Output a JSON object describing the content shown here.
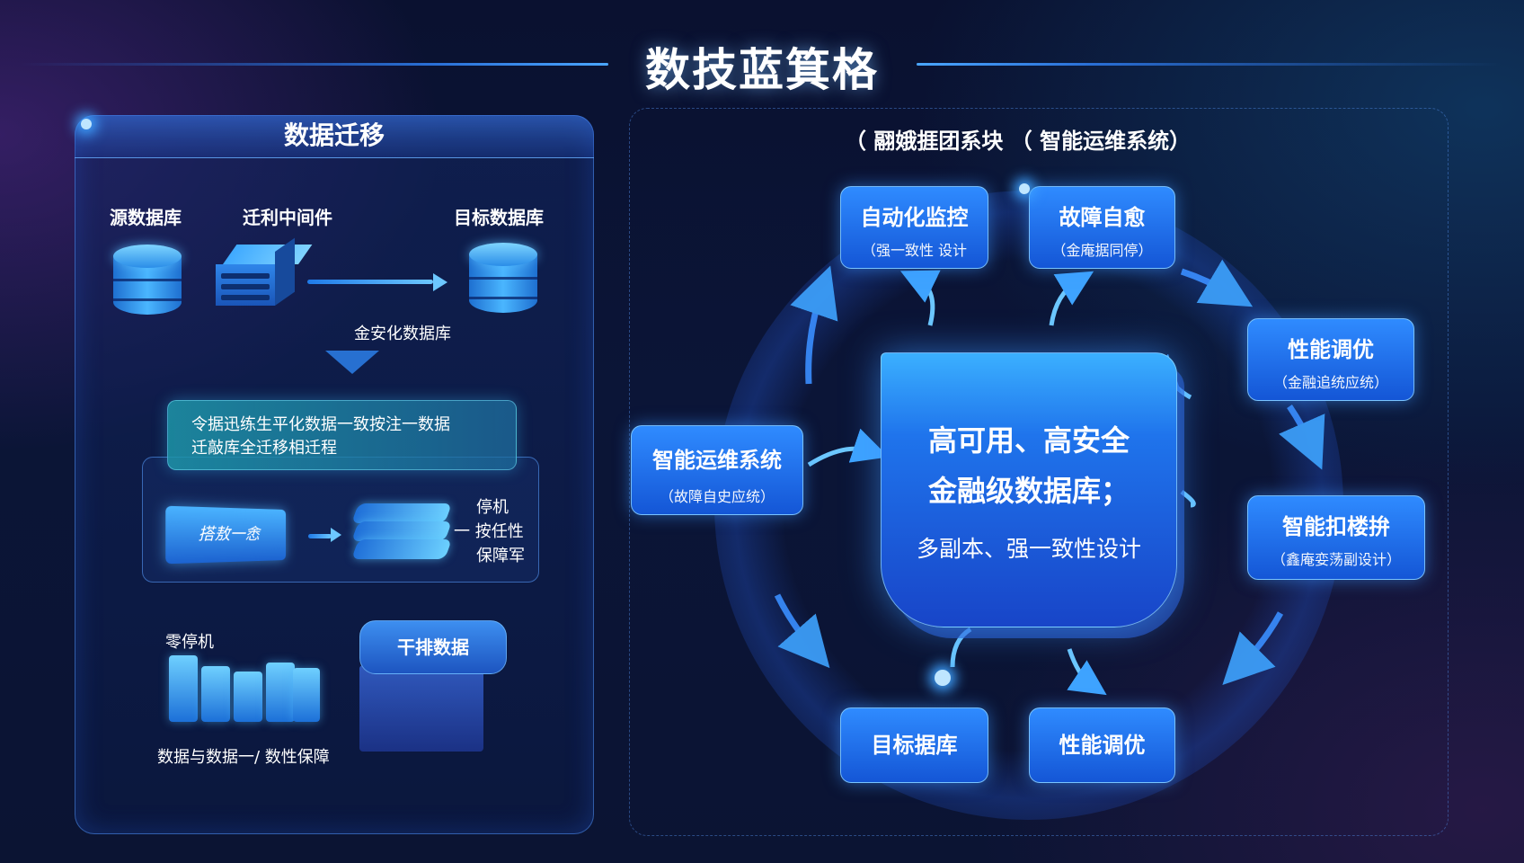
{
  "title": "数技蓝箕格",
  "left": {
    "header": "数据迁移",
    "source_label": "源数据库",
    "middleware_label": "迁利中间件",
    "target_label": "目标数据库",
    "safe_label": "金安化数据库",
    "teal_line1": "令据迅练生平化数据一致按注一数据",
    "teal_line2": "迁敲库全迁移相迁程",
    "block_text": "搭敖一悆",
    "side_line1": "停机",
    "side_line2": "一 按任性",
    "side_line3": "保障军",
    "zero_downtime": "零停机",
    "scroll_label": "干排数据",
    "footer": "数据与数据一/ 数性保障"
  },
  "right": {
    "caption": "（ 翮娥捱团系块 （ 智能运维系统）",
    "nodes": {
      "auto_monitor": {
        "title": "自动化监控",
        "sub": "（强一致性 设计"
      },
      "fault_heal": {
        "title": "故障自愈",
        "sub": "（金庵据同停）"
      },
      "perf_tune_top": {
        "title": "性能调优",
        "sub": "（金融追统应统）"
      },
      "smart_ops": {
        "title": "智能运维系统",
        "sub": "（故障自史应统）"
      },
      "smart_right": {
        "title": "智能扣楼拚",
        "sub": "（鑫庵娈荡副设计）"
      },
      "target_db": {
        "title": "目标据库"
      },
      "perf_tune_bottom": {
        "title": "性能调优"
      }
    },
    "center": {
      "line1": "高可用、高安全",
      "line2": "金融级数据库；",
      "line3": "多副本、强一致性设计"
    }
  },
  "colors": {
    "accent": "#2f8bff",
    "teal": "#1e96aa",
    "background": "#0b1537"
  }
}
